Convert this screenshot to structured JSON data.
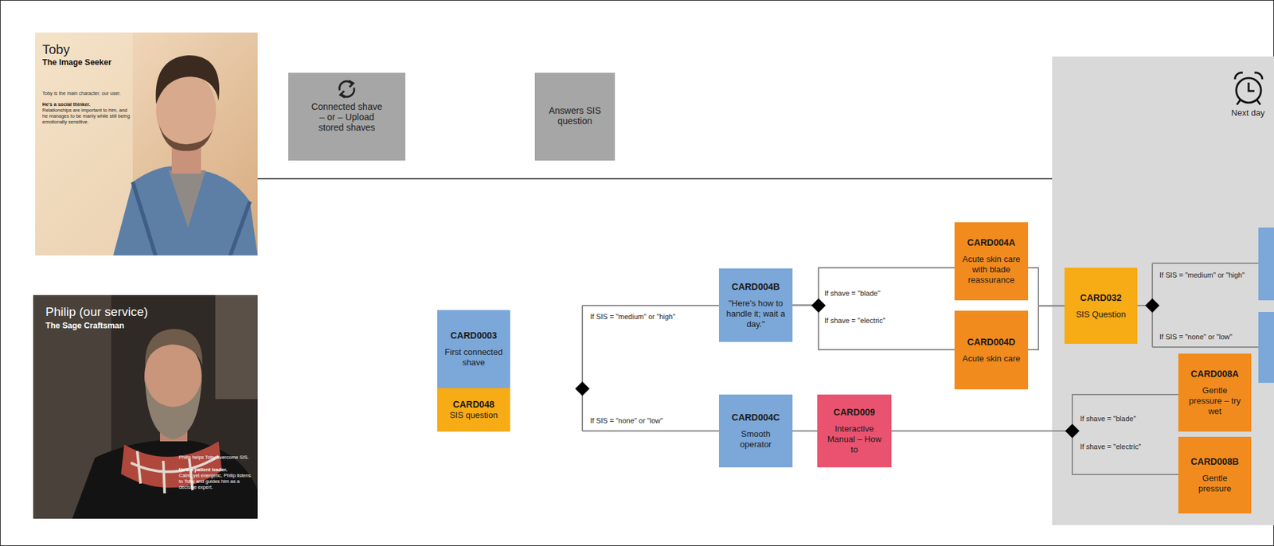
{
  "diagram": {
    "nodes": [
      {
        "text": [
          "Toby",
          "The Image Seeker",
          "Toby is the main character, our user.",
          "He's a social thinker.",
          "Relationships are important to him, and he manages to be manly while still being emotionally sensitive."
        ]
      },
      {
        "text": [
          "Philip (our service)",
          "The Sage Craftsman",
          "Philip helps Toby overcome SIS.",
          "He's a patient leader.",
          "Calm, yet energetic, Philip listens to Toby and guides him as a decisive expert."
        ]
      },
      {
        "text": [
          "Connected shave – or – Upload stored shaves"
        ]
      },
      {
        "text": [
          "Answers SIS question"
        ]
      },
      {
        "text": [
          "CARD0003",
          "First connected shave"
        ]
      },
      {
        "text": [
          "CARD048",
          "SIS question"
        ]
      },
      {
        "text": [
          "CARD004B",
          "\"Here's how to handle it; wait a day.\""
        ]
      },
      {
        "text": [
          "CARD004C",
          "Smooth operator"
        ]
      },
      {
        "text": [
          "CARD009",
          "Interactive Manual – How to"
        ]
      },
      {
        "text": [
          "CARD004A",
          "Acute skin care with blade reassurance"
        ]
      },
      {
        "text": [
          "CARD004D",
          "Acute skin care"
        ]
      },
      {
        "text": [
          "Next day"
        ]
      },
      {
        "text": [
          "CARD032",
          "SIS Question"
        ],
        "in": 11
      },
      {
        "text": [
          "CARD008A",
          "Gentle pressure – try wet"
        ],
        "in": 11
      },
      {
        "text": [
          "CARD008B",
          "Gentle pressure"
        ],
        "in": 11
      }
    ],
    "edges": [
      {
        "from": 6,
        "to": 9,
        "label": "If shave = \"blade\"",
        "arrow": "none"
      },
      {
        "from": 6,
        "to": 10,
        "label": "If shave = \"electric\"",
        "arrow": "none"
      },
      {
        "from": 9,
        "to": 12,
        "arrow": "none"
      },
      {
        "from": 10,
        "to": 12,
        "arrow": "none"
      },
      {
        "from": 7,
        "to": 8,
        "arrow": "none"
      },
      {
        "from": 8,
        "to": 13,
        "label": "If shave = \"blade\"",
        "arrow": "none"
      },
      {
        "from": 8,
        "to": 14,
        "label": "If shave = \"electric\"",
        "arrow": "none"
      }
    ],
    "labels": [
      "If SIS = \"medium\" or \"high\"",
      "If SIS = \"none\" or \"low\"",
      "If SIS = \"medium\" or \"high\"",
      "If SIS = \"none\" or \"low\""
    ]
  }
}
